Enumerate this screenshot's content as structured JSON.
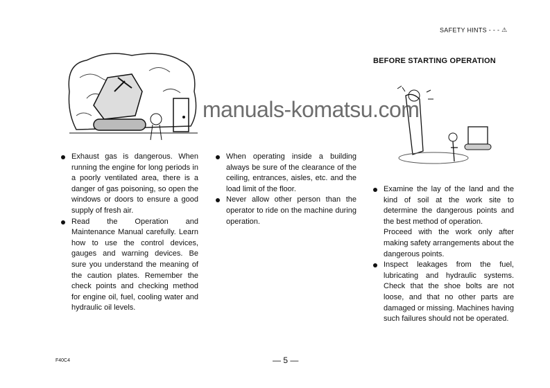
{
  "header": {
    "running_title": "SAFETY HINTS - - -",
    "warning_icon": "warning-triangle-icon"
  },
  "section_title": "BEFORE STARTING OPERATION",
  "column1": {
    "items": [
      "Exhaust gas is dangerous. When running the engine for long periods in a poorly ventilated area, there is a danger of gas poisoning, so open the windows or doors to ensure a good supply of fresh air.",
      "Read the Operation and Maintenance Manual carefully. Learn how to use the control devices, gauges and warning devices. Be sure you understand the meaning of the caution plates. Remember the check points and checking method for engine oil, fuel, cooling water and hydraulic oil levels."
    ]
  },
  "column2": {
    "items": [
      "When operating inside a building always be sure of the clearance of the ceiling, entrances, aisles, etc. and the load limit of the floor.",
      "Never allow other person than the operator to ride on the machine during operation."
    ]
  },
  "column3": {
    "items": [
      {
        "text": "Examine the lay of the land and the kind of soil at the work site to determine the dangerous points and the best method of operation.",
        "extra": "Proceed with the work only after making safety arrangements about the dangerous points."
      },
      {
        "text": "Inspect leakages from the fuel, lubricating and hydraulic systems. Check that the shoe bolts are not loose, and that no other parts are damaged or missing. Machines having such failures should not be operated."
      }
    ]
  },
  "watermark": "manuals-komatsu.com",
  "footer": {
    "code": "F40C4",
    "page_number": "— 5 —"
  }
}
